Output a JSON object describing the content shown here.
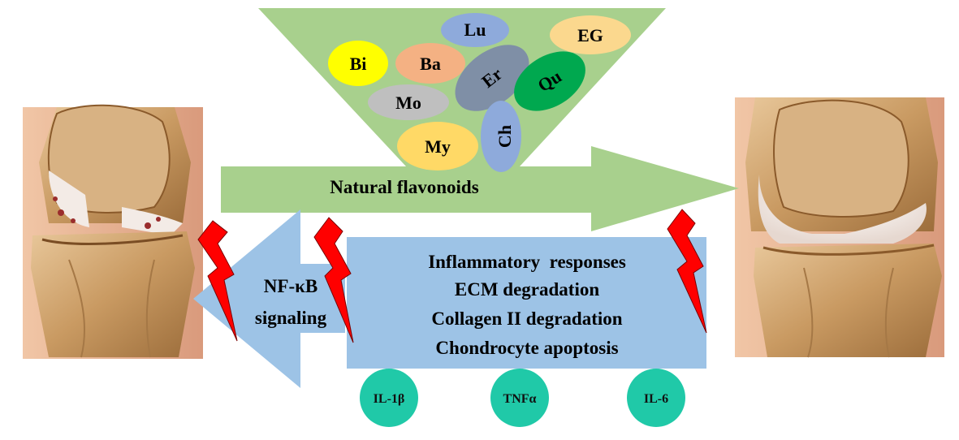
{
  "funnel": {
    "color": "#a8d08d",
    "flavonoids": [
      {
        "label": "Lu",
        "color": "#8eaadb"
      },
      {
        "label": "EG",
        "color": "#fbd88e"
      },
      {
        "label": "Bi",
        "color": "#ffff00"
      },
      {
        "label": "Ba",
        "color": "#f4b183"
      },
      {
        "label": "Er",
        "color": "#7f8fa6"
      },
      {
        "label": "Qu",
        "color": "#00a84f"
      },
      {
        "label": "Mo",
        "color": "#bfbfbf"
      },
      {
        "label": "My",
        "color": "#ffd966"
      },
      {
        "label": "Ch",
        "color": "#8eaadb"
      }
    ]
  },
  "main_arrow": {
    "label": "Natural flavonoids",
    "color": "#a8d08d"
  },
  "nfkb_arrow": {
    "line1": "NF-κB",
    "line2": "signaling",
    "color": "#9dc3e6"
  },
  "effects_box": {
    "color": "#9dc3e6",
    "lines": [
      "Inflammatory  responses",
      "ECM degradation",
      "Collagen II degradation",
      "Chondrocyte apoptosis"
    ]
  },
  "cytokines": {
    "color": "#20c9a8",
    "items": [
      "IL-1β",
      "TNFα",
      "IL-6"
    ]
  },
  "lightning_color": "#ff0000"
}
